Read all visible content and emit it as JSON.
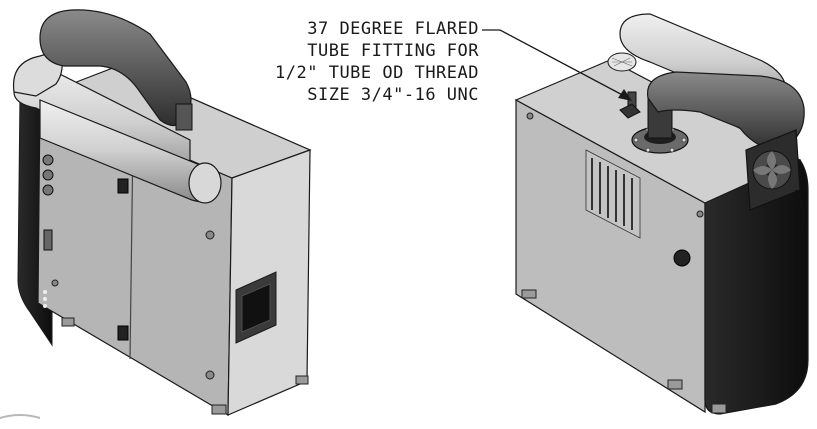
{
  "callout": {
    "lines": [
      "37 DEGREE FLARED",
      "TUBE FITTING FOR",
      "1/2\" TUBE OD THREAD",
      "SIZE 3/4\"-16 UNC"
    ]
  },
  "colors": {
    "body": "#c8c8c8",
    "body_dark": "#8e8e8e",
    "black_panel": "#141414",
    "pipe": "#d4d4d4",
    "duct": "#5a5a5a",
    "line": "#1a1a1a"
  }
}
